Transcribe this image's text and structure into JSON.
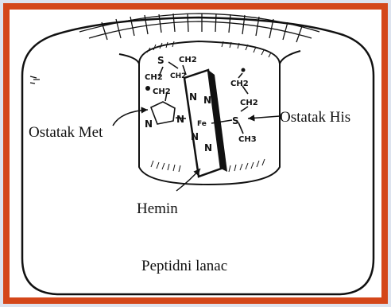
{
  "colors": {
    "page_background": "#dde3ee",
    "frame": "#d4471a",
    "panel": "#ffffff",
    "ink": "#111111"
  },
  "labels": {
    "met_residue": "Ostatak Met",
    "his_residue": "Ostatak His",
    "heme": "Hemin",
    "chain": "Peptidni lanac"
  },
  "chem": {
    "ch2_top_left": "CH2",
    "ch2_top_right": "CH2",
    "s_top": "S",
    "ch2_imid": "CH2",
    "n_imid_1": "N",
    "n_imid_2": "N",
    "n_heme_1": "N",
    "n_heme_2": "N",
    "n_heme_3": "N",
    "n_heme_4": "N",
    "fe": "Fe",
    "ch2_right_upper": "CH2",
    "ch2_right_lower": "CH2",
    "s_right": "S",
    "ch3": "CH3"
  }
}
